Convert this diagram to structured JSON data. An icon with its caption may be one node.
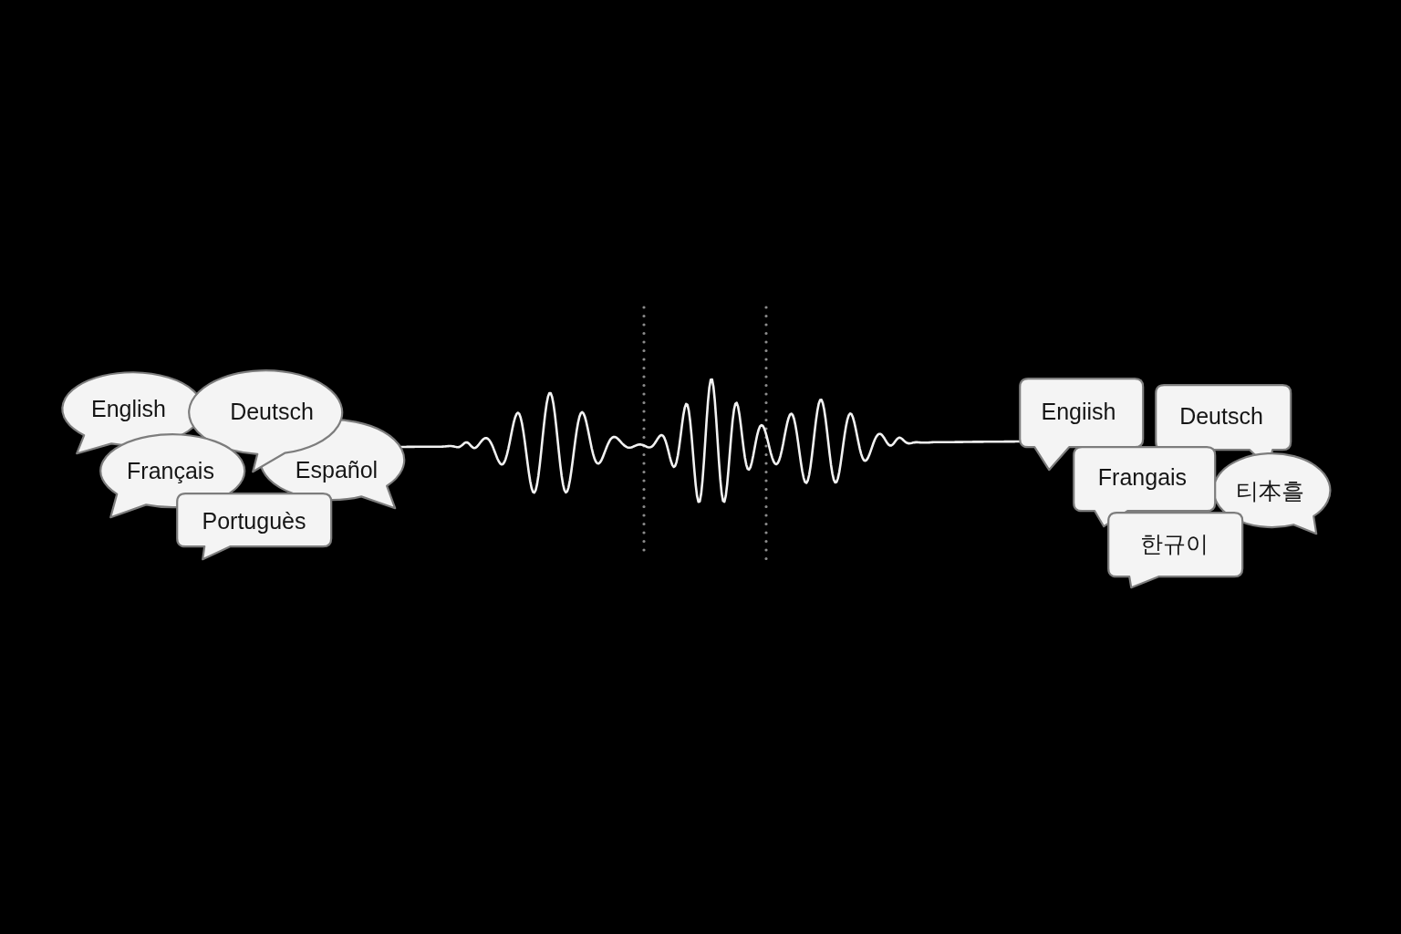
{
  "diagram": {
    "nodes": [
      {
        "text": [
          "English"
        ]
      },
      {
        "text": [
          "Deutsch"
        ]
      },
      {
        "text": [
          "Français"
        ]
      },
      {
        "text": [
          "Español"
        ]
      },
      {
        "text": [
          "Portuguès"
        ]
      },
      {
        "text": [
          "Engiish"
        ]
      },
      {
        "text": [
          "Deutsch"
        ]
      },
      {
        "text": [
          "Frangais"
        ]
      },
      {
        "text": [
          "티本흘"
        ]
      },
      {
        "text": [
          "한규이"
        ]
      }
    ],
    "edges": [
      {
        "from": 3,
        "to": 5,
        "arrow": "none"
      }
    ]
  }
}
